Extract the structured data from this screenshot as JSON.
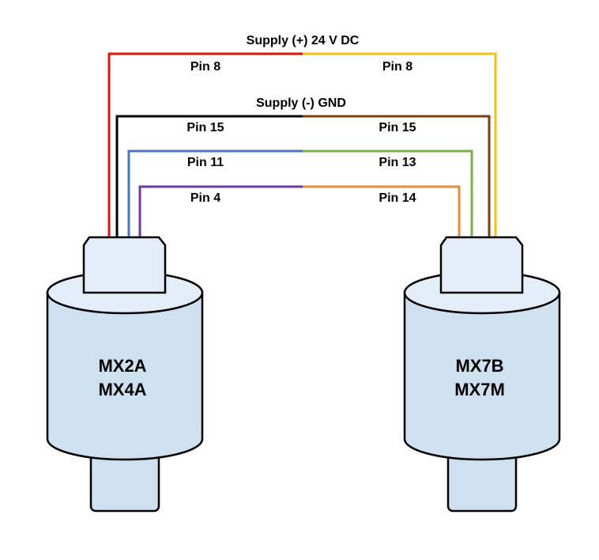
{
  "labels": {
    "supply_plus": "Supply (+) 24 V DC",
    "supply_minus": "Supply (-) GND",
    "left_pins": [
      "Pin 8",
      "Pin 15",
      "Pin 11",
      "Pin 4"
    ],
    "right_pins": [
      "Pin 8",
      "Pin 15",
      "Pin 13",
      "Pin 14"
    ]
  },
  "devices": {
    "left": {
      "line1": "MX2A",
      "line2": "MX4A"
    },
    "right": {
      "line1": "MX7B",
      "line2": "MX7M"
    }
  },
  "wire_colors": {
    "red": "#e0140c",
    "yellow": "#f5bf1a",
    "black": "#000000",
    "brown": "#7b3f10",
    "blue": "#4a74c2",
    "green": "#78b04a",
    "purple": "#6d3a9e",
    "orange": "#ec8a33"
  },
  "device_colors": {
    "body": "#cfe0f1",
    "top": "#e2edf8"
  }
}
